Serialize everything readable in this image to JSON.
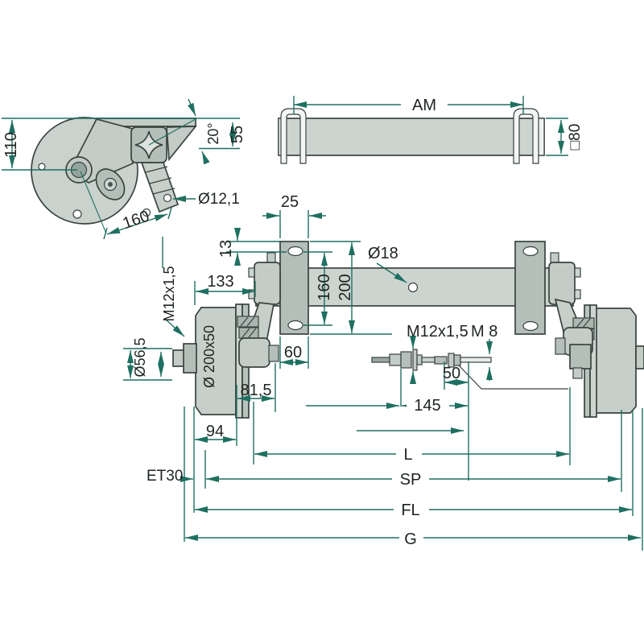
{
  "title": "Trailer axle technical dimension drawing",
  "colors": {
    "dimension_line": "#1f6f62",
    "part_outline": "#39443f",
    "part_fill_light": "#c9d2cd",
    "part_fill_mid": "#b4bfb9",
    "background": "#ffffff",
    "text": "#1d2420"
  },
  "detail_view": {
    "dim_110": "110",
    "dim_angle": "20°",
    "dim_55": "55",
    "dim_hole": "Ø12,1",
    "dim_160": "160"
  },
  "tube_view": {
    "dim_length": "AM",
    "dim_square": "□80"
  },
  "main_view": {
    "dim_25": "25",
    "dim_13": "13",
    "dim_133": "133",
    "stud_thread": "M12x1,5",
    "dim_160": "160",
    "dim_200": "200",
    "dim_hole": "Ø18",
    "dim_60": "60",
    "cable_thread_m12": "M12x1,5",
    "cable_thread_m8": "M 8",
    "dim_56_5": "Ø56,5",
    "dim_drum": "Ø 200x50",
    "dim_81_5": "81,5",
    "dim_50": "50",
    "dim_145": "145",
    "dim_94": "94",
    "dim_L": "L",
    "dim_ET30": "ET30",
    "dim_SP": "SP",
    "dim_FL": "FL",
    "dim_G": "G"
  }
}
